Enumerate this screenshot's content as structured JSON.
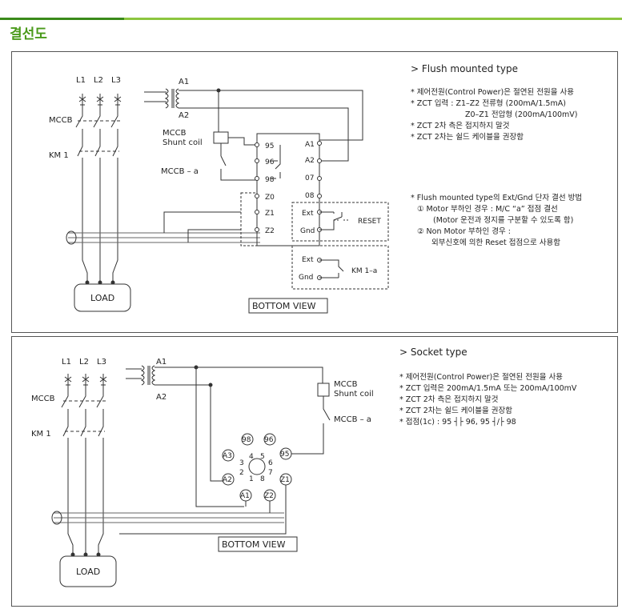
{
  "page_title": "결선도",
  "flush": {
    "lines": [
      "L1",
      "L2",
      "L3"
    ],
    "mccb": "MCCB",
    "km1": "KM 1",
    "a1": "A1",
    "a2": "A2",
    "mccb_shunt": "MCCB",
    "shunt_coil": "Shunt coil",
    "mccb_a": "MCCB – a",
    "load": "LOAD",
    "t95": "95",
    "t96": "96",
    "t98": "98",
    "z0": "Z0",
    "z1": "Z1",
    "z2": "Z2",
    "ta1": "A1",
    "ta2": "A2",
    "t07": "07",
    "t08": "08",
    "ext": "Ext",
    "gnd": "Gnd",
    "reset": "RESET",
    "ext2": "Ext",
    "gnd2": "Gnd",
    "km1a": "KM 1–a",
    "bottom_view": "BOTTOM VIEW",
    "heading": "> Flush mounted type",
    "notes": [
      "* 제어전원(Control Power)은 절연된 전원을 사용",
      "* ZCT 입력 : Z1–Z2 전류형 (200mA/1.5mA)",
      "Z0–Z1 전압형 (200mA/100mV)",
      "* ZCT 2차 측은 접지하지 말것",
      "* ZCT 2차는 쉴드 케이블을 권장함"
    ],
    "notes2": [
      "* Flush mounted type의 Ext/Gnd 단자 결선 방법",
      "① Motor 부하인 경우 : M/C “a” 접점 결선",
      "(Motor 운전과 정지를 구분할 수 있도록 함)",
      "② Non Motor 부하인 경우 :",
      "외부신호에 의한 Reset 접점으로 사용함"
    ]
  },
  "socket": {
    "lines": [
      "L1",
      "L2",
      "L3"
    ],
    "mccb": "MCCB",
    "km1": "KM 1",
    "a1": "A1",
    "a2": "A2",
    "mccb_shunt": "MCCB",
    "shunt_coil": "Shunt coil",
    "mccb_a": "MCCB – a",
    "load": "LOAD",
    "pins": {
      "p98": "98",
      "p96": "96",
      "pA3": "A3",
      "p95": "95",
      "pA2": "A2",
      "pA1": "A1",
      "pZ2": "Z2",
      "pZ1": "Z1"
    },
    "pin_numbers": {
      "n4": "4",
      "n5": "5",
      "n3": "3",
      "n6": "6",
      "n2": "2",
      "n7": "7",
      "n1": "1",
      "n8": "8"
    },
    "bottom_view": "BOTTOM VIEW",
    "heading": "> Socket type",
    "notes": [
      "* 제어전원(Control Power)은 절연된 전원을 사용",
      "* ZCT 입력은 200mA/1.5mA 또는 200mA/100mV",
      "* ZCT 2차 측은 접지하지 말것",
      "* ZCT 2차는 쉴드 케이블을 권장함",
      "* 접점(1c) : 95 ┤├ 96, 95 ┤/├ 98"
    ]
  }
}
